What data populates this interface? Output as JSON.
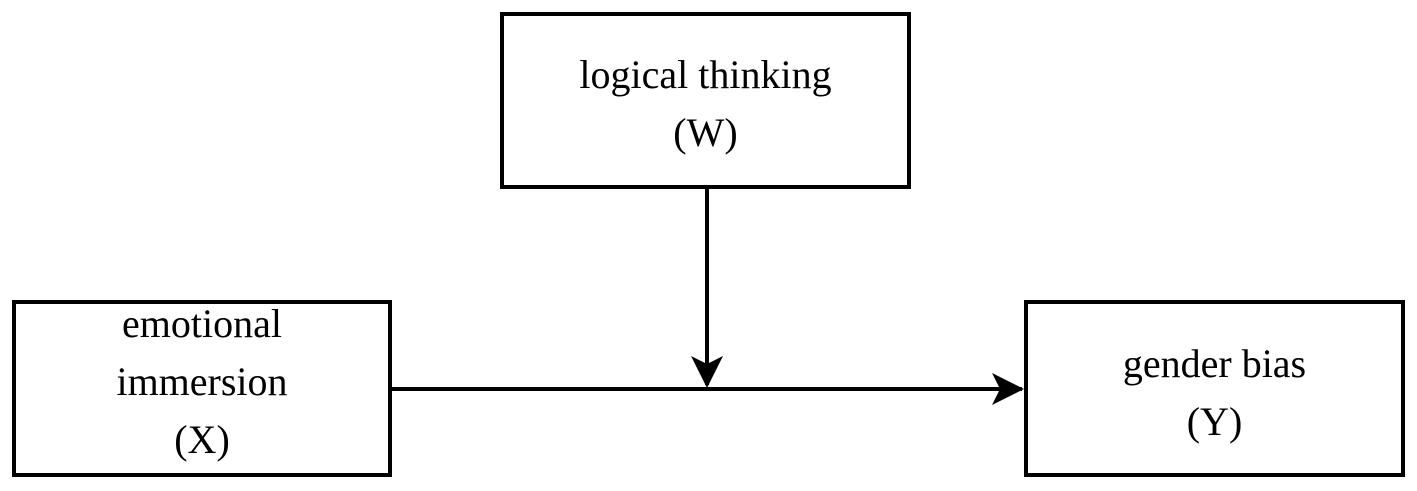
{
  "diagram": {
    "nodes": {
      "moderator": {
        "line1": "logical thinking",
        "line2": "(W)"
      },
      "independent": {
        "line1": "emotional",
        "line2": "immersion",
        "line3": "(X)"
      },
      "dependent": {
        "line1": "gender bias",
        "line2": "(Y)"
      }
    },
    "edges": [
      {
        "from": "independent",
        "to": "dependent",
        "type": "direct-effect"
      },
      {
        "from": "moderator",
        "to": "independent->dependent",
        "type": "moderation"
      }
    ],
    "colors": {
      "stroke": "#000000",
      "fill": "#ffffff",
      "text": "#000000"
    }
  }
}
